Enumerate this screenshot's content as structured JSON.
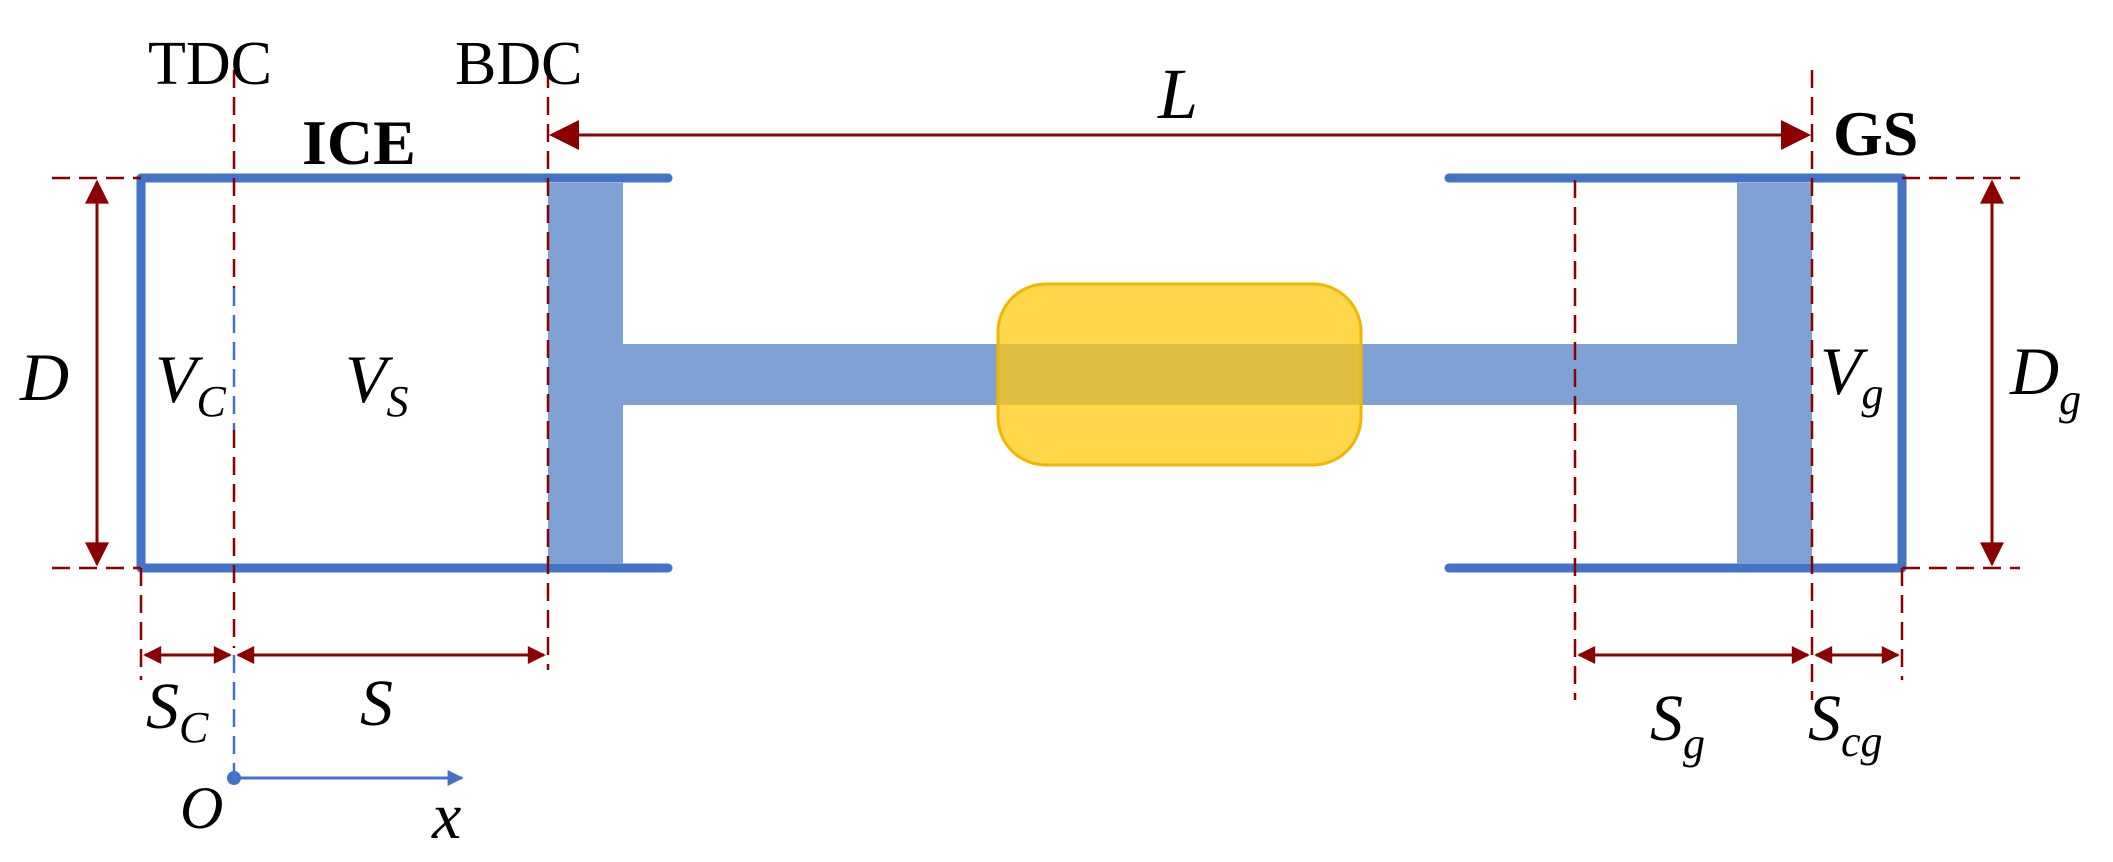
{
  "labels": {
    "tdc": "TDC",
    "bdc": "BDC",
    "ice": "ICE",
    "gs": "GS",
    "stroke_length": "L",
    "bore_ice": "D",
    "clearance_volume_ice": {
      "base": "V",
      "sub": "C"
    },
    "swept_volume_ice": {
      "base": "V",
      "sub": "S"
    },
    "volume_gs": {
      "base": "V",
      "sub": "g"
    },
    "bore_gs": {
      "base": "D",
      "sub": "g"
    },
    "clearance_length_ice": {
      "base": "S",
      "sub": "C"
    },
    "stroke_ice": "S",
    "stroke_gs": {
      "base": "S",
      "sub": "g"
    },
    "clearance_length_gs": {
      "base": "S",
      "sub": "cg"
    },
    "origin": "O",
    "x_axis": "x"
  },
  "colors": {
    "cylinder_wall": "#4472c4",
    "piston_rod": "#7fa1d4",
    "mover": "#ffd54f",
    "mover_border": "#f2b600",
    "dimension": "#8b0000",
    "text": "#000000"
  }
}
